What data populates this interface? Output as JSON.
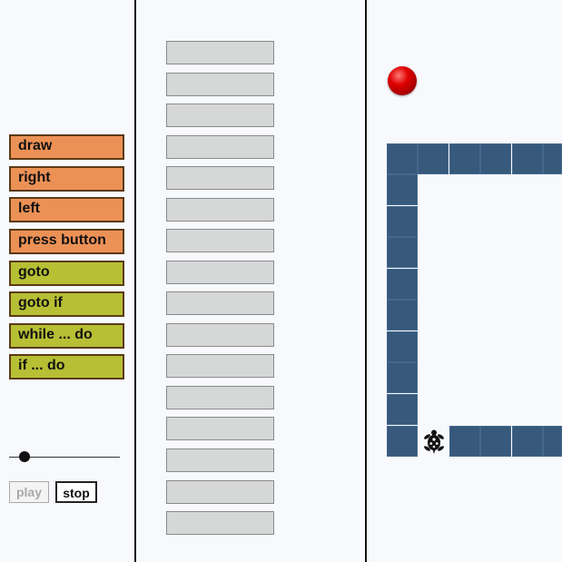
{
  "commands": {
    "palette": [
      {
        "label": "draw",
        "color": "#ec9156"
      },
      {
        "label": "right",
        "color": "#ec9156"
      },
      {
        "label": "left",
        "color": "#ec9156"
      },
      {
        "label": "press button",
        "color": "#ec9156"
      },
      {
        "label": "goto",
        "color": "#b7bf34"
      },
      {
        "label": "goto if",
        "color": "#b7bf34"
      },
      {
        "label": "while ... do",
        "color": "#b7bf34"
      },
      {
        "label": "if ... do",
        "color": "#b7bf34"
      }
    ]
  },
  "program": {
    "slots": [
      "",
      "",
      "",
      "",
      "",
      "",
      "",
      "",
      "",
      "",
      "",
      "",
      "",
      "",
      "",
      ""
    ]
  },
  "controls": {
    "speed_level": 0.1,
    "play_label": "play",
    "stop_label": "stop"
  },
  "world": {
    "wall_color": "#37597c",
    "goal": "red-ball-icon",
    "agent": "turtle-icon"
  }
}
